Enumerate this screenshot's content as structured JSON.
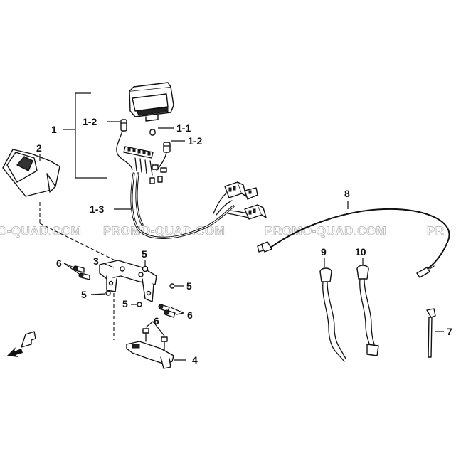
{
  "watermark": {
    "text": "PROMO-QUAD.COM",
    "repeat_text_1": "PROMO-QUAD.COM",
    "repeat_text_2": "PROMO-QUAD.COM",
    "fragment_left": "O-QUAD.COM",
    "fragment_right": "PR"
  },
  "callouts": {
    "meter_assembly": "1",
    "bulb_socket_a": "1-2",
    "bulb": "1-1",
    "bulb_socket_b": "1-2",
    "wire_harness": "1-3",
    "meter_cover": "2",
    "mounting_bracket": "3",
    "lower_bracket": "4",
    "bolt_a": "5",
    "bolt_b": "5",
    "bolt_c": "5",
    "bolt_d": "5",
    "screw_a": "6",
    "screw_b": "6",
    "screw_c": "6",
    "cable_tie": "7",
    "speedometer_cable": "8",
    "indicator_lamp_a": "9",
    "indicator_lamp_b": "10"
  },
  "colors": {
    "line": "#111111",
    "watermark": "#bdbdbd",
    "background": "#ffffff"
  }
}
